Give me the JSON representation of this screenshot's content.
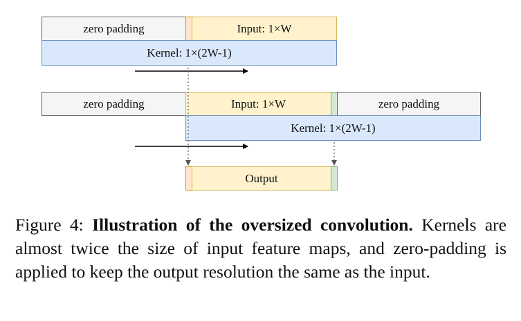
{
  "diagram": {
    "row1": {
      "zero_padding": "zero padding",
      "input": "Input: 1×W",
      "kernel": "Kernel: 1×(2W-1)"
    },
    "row2": {
      "zero_padding_left": "zero padding",
      "input": "Input: 1×W",
      "zero_padding_right": "zero padding",
      "kernel": "Kernel: 1×(2W-1)"
    },
    "output": "Output"
  },
  "caption": {
    "prefix": "Figure 4: ",
    "title": "Illustration of the oversized convolution.",
    "body": " Kernels are almost twice the size of input feature maps, and zero-padding is applied to keep the output resolution the same as the input."
  }
}
